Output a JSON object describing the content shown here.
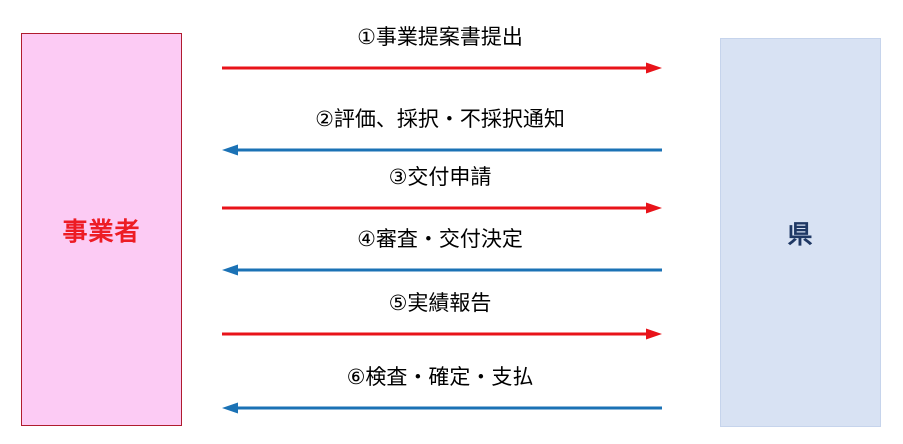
{
  "diagram": {
    "type": "process-flow-sequence",
    "actors": {
      "left": {
        "label": "事業者",
        "text_color": "#ED1C24",
        "fill_color": "#FCCBF4",
        "border_color": "#B01C2E"
      },
      "right": {
        "label": "県",
        "text_color": "#1F3864",
        "fill_color": "#D8E2F3",
        "border_color": "#C6D4EC"
      }
    },
    "colors": {
      "outgoing_arrow": "#E8131A",
      "incoming_arrow": "#1B72B5"
    },
    "messages": [
      {
        "number": "①",
        "label": "①事業提案書提出",
        "direction": "right",
        "color": "#E8131A"
      },
      {
        "number": "②",
        "label": "②評価、採択・不採択通知",
        "direction": "left",
        "color": "#1B72B5"
      },
      {
        "number": "③",
        "label": "③交付申請",
        "direction": "right",
        "color": "#E8131A"
      },
      {
        "number": "④",
        "label": "④審査・交付決定",
        "direction": "left",
        "color": "#1B72B5"
      },
      {
        "number": "⑤",
        "label": "⑤実績報告",
        "direction": "right",
        "color": "#E8131A"
      },
      {
        "number": "⑥",
        "label": "⑥検査・確定・支払",
        "direction": "left",
        "color": "#1B72B5"
      }
    ]
  }
}
